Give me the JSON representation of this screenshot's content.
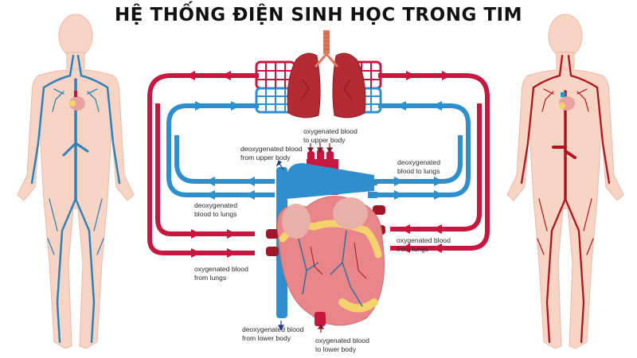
{
  "title": "HỆ THỐNG ĐIỆN SINH HỌC TRONG TIM",
  "colors": {
    "oxygenated": "#c8173f",
    "deoxygenated": "#2e8fcc",
    "skin": "#f7d4c4",
    "vein_blue": "#2f82b8",
    "artery_red": "#b3121f",
    "lung": "#b32a33",
    "heart_body": "#e9868a",
    "fat_yellow": "#f5d36b"
  },
  "left_figure": {
    "label": "venous-system-figure",
    "vessel_type": "veins"
  },
  "right_figure": {
    "label": "arterial-system-figure",
    "vessel_type": "arteries"
  },
  "labels": {
    "deox_upper": "deoxygenated blood\nfrom upper body",
    "ox_upper": "oxygenated blood\nto upper body",
    "deox_lungs_right": "deoxygenated\nblood to lungs",
    "deox_lungs_left": "deoxygenated\nblood to lungs",
    "ox_from_lungs_right": "oxygenated blood\nfrom lungs",
    "ox_from_lungs_left": "oxygenated blood\nfrom lungs",
    "deox_lower": "deoxygenated blood\nfrom lower body",
    "ox_lower": "oxygenated blood\nto lower body"
  }
}
